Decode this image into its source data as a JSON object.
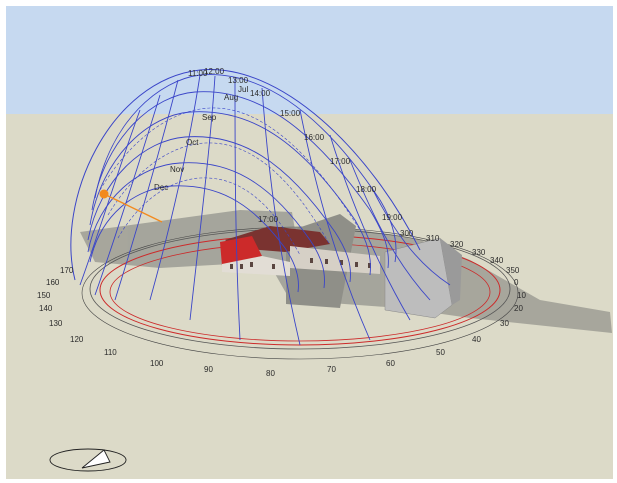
{
  "colors": {
    "sky": "#c6d9f0",
    "ground": "#dcdac8",
    "frame": "#ffffff",
    "sunpath": "#3a45c8",
    "accent_red": "#cc2a2a",
    "sun": "#f28a1e",
    "roof": "#7a3330",
    "wall": "#e2ddd5",
    "shadow": "#a3a39a",
    "block": "#bdbdbd"
  },
  "hour_labels": [
    "11:00",
    "12:00",
    "13:00",
    "14:00",
    "15:00",
    "16:00",
    "17:00",
    "18:00",
    "19:00",
    "17:00"
  ],
  "month_labels": [
    "Jul",
    "Aug",
    "Sep",
    "Oct",
    "Nov",
    "Dec"
  ],
  "azimuth_labels": [
    "350",
    "0",
    "10",
    "20",
    "30",
    "40",
    "50",
    "60",
    "70",
    "80",
    "90",
    "100",
    "110",
    "120",
    "130",
    "140",
    "150",
    "160",
    "170",
    "300",
    "310",
    "320",
    "330",
    "340"
  ],
  "icons": {
    "compass": "compass-icon",
    "sun": "sun-marker-icon"
  }
}
